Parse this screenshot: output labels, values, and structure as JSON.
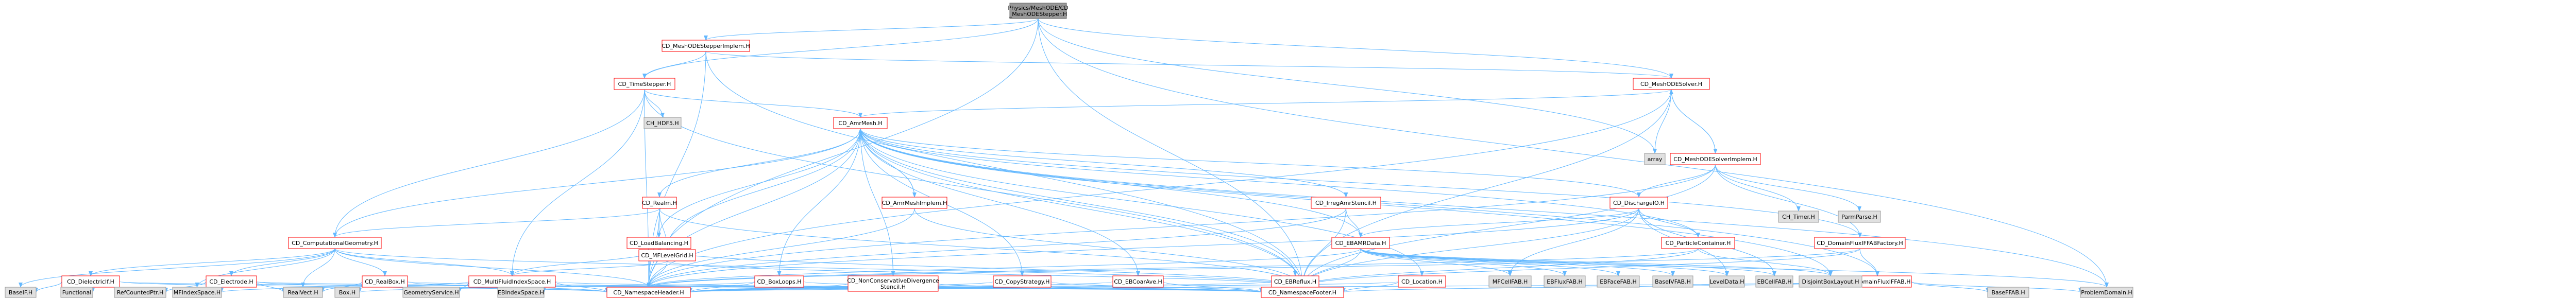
{
  "colors": {
    "edge": "#63B8FF",
    "root_fill": "#999999",
    "root_border": "#666666",
    "node_fill": "#ffffff",
    "node_border": "#ff0000",
    "leaf_fill": "#e0e0e0",
    "leaf_border": "#999999"
  },
  "nodes": [
    {
      "id": "root",
      "kind": "root",
      "label": [
        "Physics/MeshODE/CD",
        "_MeshODEStepper.H"
      ]
    },
    {
      "id": "n1",
      "kind": "node",
      "label": [
        "CD_MeshODEStepperImplem.H"
      ]
    },
    {
      "id": "n2",
      "kind": "node",
      "label": [
        "CD_TimeStepper.H"
      ]
    },
    {
      "id": "n3",
      "kind": "node",
      "label": [
        "CD_MeshODESolver.H"
      ]
    },
    {
      "id": "n4",
      "kind": "leaf",
      "label": [
        "CH_HDF5.H"
      ]
    },
    {
      "id": "n5",
      "kind": "node",
      "label": [
        "CD_AmrMesh.H"
      ]
    },
    {
      "id": "n6",
      "kind": "leaf",
      "label": [
        "array"
      ]
    },
    {
      "id": "n7",
      "kind": "node",
      "label": [
        "CD_MeshODESolverImplem.H"
      ]
    },
    {
      "id": "n8",
      "kind": "node",
      "label": [
        "CD_Realm.H"
      ]
    },
    {
      "id": "n9",
      "kind": "node",
      "label": [
        "CD_AmrMeshImplem.H"
      ]
    },
    {
      "id": "n10",
      "kind": "node",
      "label": [
        "CD_IrregAmrStencil.H"
      ]
    },
    {
      "id": "n11",
      "kind": "node",
      "label": [
        "CD_DischargeIO.H"
      ]
    },
    {
      "id": "n12",
      "kind": "leaf",
      "label": [
        "CH_Timer.H"
      ]
    },
    {
      "id": "n13",
      "kind": "leaf",
      "label": [
        "ParmParse.H"
      ]
    },
    {
      "id": "n14",
      "kind": "node",
      "label": [
        "CD_ComputationalGeometry.H"
      ]
    },
    {
      "id": "n15",
      "kind": "node",
      "label": [
        "CD_LoadBalancing.H"
      ]
    },
    {
      "id": "n16",
      "kind": "node",
      "label": [
        "CD_MFLevelGrid.H"
      ]
    },
    {
      "id": "n17",
      "kind": "node",
      "label": [
        "CD_EBAMRData.H"
      ]
    },
    {
      "id": "n18",
      "kind": "node",
      "label": [
        "CD_ParticleContainer.H"
      ]
    },
    {
      "id": "n19",
      "kind": "node",
      "label": [
        "CD_DomainFluxIFFABFactory.H"
      ]
    },
    {
      "id": "n20",
      "kind": "node",
      "label": [
        "CD_DomainFluxIFFAB.H"
      ]
    },
    {
      "id": "n21",
      "kind": "node",
      "label": [
        "CD_DielectricIf.H"
      ]
    },
    {
      "id": "n22",
      "kind": "node",
      "label": [
        "CD_Electrode.H"
      ]
    },
    {
      "id": "n23",
      "kind": "node",
      "label": [
        "CD_RealBox.H"
      ]
    },
    {
      "id": "n24",
      "kind": "node",
      "label": [
        "CD_MultiFluidIndexSpace.H"
      ]
    },
    {
      "id": "n25",
      "kind": "node",
      "label": [
        "CD_BoxLoops.H"
      ]
    },
    {
      "id": "n26",
      "kind": "node",
      "label": [
        "CD_NonConservativeDivergence",
        "Stencil.H"
      ]
    },
    {
      "id": "n27",
      "kind": "node",
      "label": [
        "CD_CopyStrategy.H"
      ]
    },
    {
      "id": "n28",
      "kind": "node",
      "label": [
        "CD_EBCoarAve.H"
      ]
    },
    {
      "id": "n29",
      "kind": "node",
      "label": [
        "CD_EBReflux.H"
      ]
    },
    {
      "id": "n30",
      "kind": "node",
      "label": [
        "CD_Location.H"
      ]
    },
    {
      "id": "n31",
      "kind": "leaf",
      "label": [
        "MFCellFAB.H"
      ]
    },
    {
      "id": "n32",
      "kind": "leaf",
      "label": [
        "EBFluxFAB.H"
      ]
    },
    {
      "id": "n33",
      "kind": "leaf",
      "label": [
        "EBFaceFAB.H"
      ]
    },
    {
      "id": "n34",
      "kind": "leaf",
      "label": [
        "BaseIVFAB.H"
      ]
    },
    {
      "id": "n35",
      "kind": "leaf",
      "label": [
        "LevelData.H"
      ]
    },
    {
      "id": "n36",
      "kind": "leaf",
      "label": [
        "EBCellFAB.H"
      ]
    },
    {
      "id": "n37",
      "kind": "leaf",
      "label": [
        "DisjointBoxLayout.H"
      ]
    },
    {
      "id": "n38",
      "kind": "leaf",
      "label": [
        "BaseIF.H"
      ]
    },
    {
      "id": "n39",
      "kind": "leaf",
      "label": [
        "Functional"
      ]
    },
    {
      "id": "n40",
      "kind": "leaf",
      "label": [
        "RefCountedPtr.H"
      ]
    },
    {
      "id": "n41",
      "kind": "leaf",
      "label": [
        "MFIndexSpace.H"
      ]
    },
    {
      "id": "n42",
      "kind": "leaf",
      "label": [
        "RealVect.H"
      ]
    },
    {
      "id": "n43",
      "kind": "leaf",
      "label": [
        "Box.H"
      ]
    },
    {
      "id": "n44",
      "kind": "leaf",
      "label": [
        "GeometryService.H"
      ]
    },
    {
      "id": "n45",
      "kind": "leaf",
      "label": [
        "EBIndexSpace.H"
      ]
    },
    {
      "id": "n46",
      "kind": "node",
      "label": [
        "CD_NamespaceHeader.H"
      ]
    },
    {
      "id": "n47",
      "kind": "node",
      "label": [
        "CD_NamespaceFooter.H"
      ]
    },
    {
      "id": "n48",
      "kind": "leaf",
      "label": [
        "BaseFFAB.H"
      ]
    },
    {
      "id": "n49",
      "kind": "leaf",
      "label": [
        "ProblemDomain.H"
      ]
    }
  ],
  "edges": [
    [
      "root",
      "n1"
    ],
    [
      "root",
      "n2"
    ],
    [
      "root",
      "n3"
    ],
    [
      "root",
      "n46"
    ],
    [
      "root",
      "n47"
    ],
    [
      "root",
      "n6"
    ],
    [
      "root",
      "n49"
    ],
    [
      "n1",
      "n2"
    ],
    [
      "n1",
      "n3"
    ],
    [
      "n1",
      "n46"
    ],
    [
      "n1",
      "n47"
    ],
    [
      "n2",
      "n4"
    ],
    [
      "n2",
      "n5"
    ],
    [
      "n2",
      "n14"
    ],
    [
      "n2",
      "n24"
    ],
    [
      "n2",
      "n46"
    ],
    [
      "n2",
      "n47"
    ],
    [
      "n3",
      "n5"
    ],
    [
      "n3",
      "n6"
    ],
    [
      "n3",
      "n7"
    ],
    [
      "n3",
      "n46"
    ],
    [
      "n3",
      "n47"
    ],
    [
      "n7",
      "n3"
    ],
    [
      "n7",
      "n12"
    ],
    [
      "n7",
      "n13"
    ],
    [
      "n7",
      "n11"
    ],
    [
      "n7",
      "n19"
    ],
    [
      "n7",
      "n46"
    ],
    [
      "n7",
      "n47"
    ],
    [
      "n5",
      "n8"
    ],
    [
      "n5",
      "n9"
    ],
    [
      "n5",
      "n10"
    ],
    [
      "n5",
      "n11"
    ],
    [
      "n5",
      "n14"
    ],
    [
      "n5",
      "n15"
    ],
    [
      "n5",
      "n16"
    ],
    [
      "n5",
      "n17"
    ],
    [
      "n5",
      "n18"
    ],
    [
      "n5",
      "n19"
    ],
    [
      "n5",
      "n20"
    ],
    [
      "n5",
      "n25"
    ],
    [
      "n5",
      "n26"
    ],
    [
      "n5",
      "n27"
    ],
    [
      "n5",
      "n28"
    ],
    [
      "n5",
      "n29"
    ],
    [
      "n5",
      "n30"
    ],
    [
      "n5",
      "n37"
    ],
    [
      "n5",
      "n46"
    ],
    [
      "n5",
      "n47"
    ],
    [
      "n5",
      "n49"
    ],
    [
      "n9",
      "n5"
    ],
    [
      "n9",
      "n46"
    ],
    [
      "n9",
      "n47"
    ],
    [
      "n8",
      "n14"
    ],
    [
      "n8",
      "n16"
    ],
    [
      "n8",
      "n15"
    ],
    [
      "n8",
      "n46"
    ],
    [
      "n8",
      "n47"
    ],
    [
      "n10",
      "n17"
    ],
    [
      "n10",
      "n46"
    ],
    [
      "n10",
      "n47"
    ],
    [
      "n11",
      "n17"
    ],
    [
      "n11",
      "n18"
    ],
    [
      "n11",
      "n31"
    ],
    [
      "n11",
      "n35"
    ],
    [
      "n11",
      "n36"
    ],
    [
      "n11",
      "n46"
    ],
    [
      "n11",
      "n47"
    ],
    [
      "n14",
      "n21"
    ],
    [
      "n14",
      "n22"
    ],
    [
      "n14",
      "n23"
    ],
    [
      "n14",
      "n24"
    ],
    [
      "n14",
      "n38"
    ],
    [
      "n14",
      "n41"
    ],
    [
      "n14",
      "n42"
    ],
    [
      "n14",
      "n46"
    ],
    [
      "n14",
      "n47"
    ],
    [
      "n15",
      "n24"
    ],
    [
      "n15",
      "n46"
    ],
    [
      "n15",
      "n47"
    ],
    [
      "n16",
      "n24"
    ],
    [
      "n16",
      "n46"
    ],
    [
      "n16",
      "n47"
    ],
    [
      "n17",
      "n31"
    ],
    [
      "n17",
      "n32"
    ],
    [
      "n17",
      "n33"
    ],
    [
      "n17",
      "n34"
    ],
    [
      "n17",
      "n35"
    ],
    [
      "n17",
      "n36"
    ],
    [
      "n17",
      "n37"
    ],
    [
      "n17",
      "n46"
    ],
    [
      "n17",
      "n47"
    ],
    [
      "n17",
      "n49"
    ],
    [
      "n18",
      "n37"
    ],
    [
      "n18",
      "n46"
    ],
    [
      "n18",
      "n47"
    ],
    [
      "n19",
      "n20"
    ],
    [
      "n19",
      "n46"
    ],
    [
      "n19",
      "n47"
    ],
    [
      "n20",
      "n48"
    ],
    [
      "n20",
      "n49"
    ],
    [
      "n20",
      "n46"
    ],
    [
      "n20",
      "n47"
    ],
    [
      "n21",
      "n38"
    ],
    [
      "n21",
      "n39"
    ],
    [
      "n21",
      "n40"
    ],
    [
      "n21",
      "n46"
    ],
    [
      "n21",
      "n47"
    ],
    [
      "n22",
      "n40"
    ],
    [
      "n22",
      "n42"
    ],
    [
      "n22",
      "n46"
    ],
    [
      "n22",
      "n47"
    ],
    [
      "n23",
      "n42"
    ],
    [
      "n23",
      "n43"
    ],
    [
      "n23",
      "n46"
    ],
    [
      "n23",
      "n47"
    ],
    [
      "n24",
      "n41"
    ],
    [
      "n24",
      "n44"
    ],
    [
      "n24",
      "n45"
    ],
    [
      "n24",
      "n46"
    ],
    [
      "n24",
      "n47"
    ],
    [
      "n25",
      "n43"
    ],
    [
      "n25",
      "n46"
    ],
    [
      "n25",
      "n47"
    ],
    [
      "n26",
      "n46"
    ],
    [
      "n26",
      "n47"
    ],
    [
      "n27",
      "n46"
    ],
    [
      "n27",
      "n47"
    ],
    [
      "n28",
      "n46"
    ],
    [
      "n28",
      "n47"
    ],
    [
      "n29",
      "n46"
    ],
    [
      "n29",
      "n47"
    ],
    [
      "n30",
      "n46"
    ],
    [
      "n30",
      "n47"
    ]
  ]
}
